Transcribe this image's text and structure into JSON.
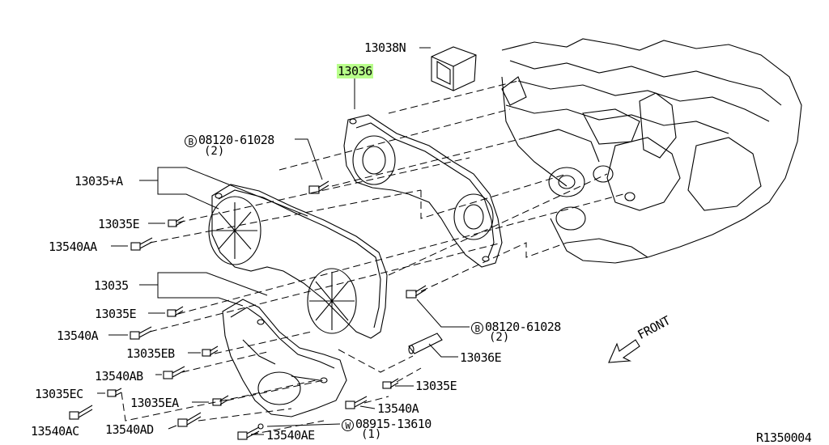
{
  "labels": {
    "p13038n": "13038N",
    "p13036": "13036",
    "bolt_top_num": "08120-61028",
    "bolt_top_qty": "(2)",
    "p13035a": "13035+A",
    "p13035e_top": "13035E",
    "p13540aa": "13540AA",
    "p13035": "13035",
    "p13035e_mid": "13035E",
    "p13540a_left": "13540A",
    "p13035eb": "13035EB",
    "p13540ab": "13540AB",
    "p13035ec": "13035EC",
    "p13035ea": "13035EA",
    "p13540ac": "13540AC",
    "p13540ad": "13540AD",
    "p13540ae": "13540AE",
    "bolt_right_num": "08120-61028",
    "bolt_right_qty": "(2)",
    "p13036e": "13036E",
    "p13035e_right": "13035E",
    "p13540a_right": "13540A",
    "washer_num": "08915-13610",
    "washer_qty": "(1)",
    "front": "FRONT",
    "ref_code": "R1350004",
    "circle_b": "B",
    "circle_w": "W"
  },
  "colors": {
    "highlight": "#b8ff8a",
    "ink": "#000000"
  }
}
